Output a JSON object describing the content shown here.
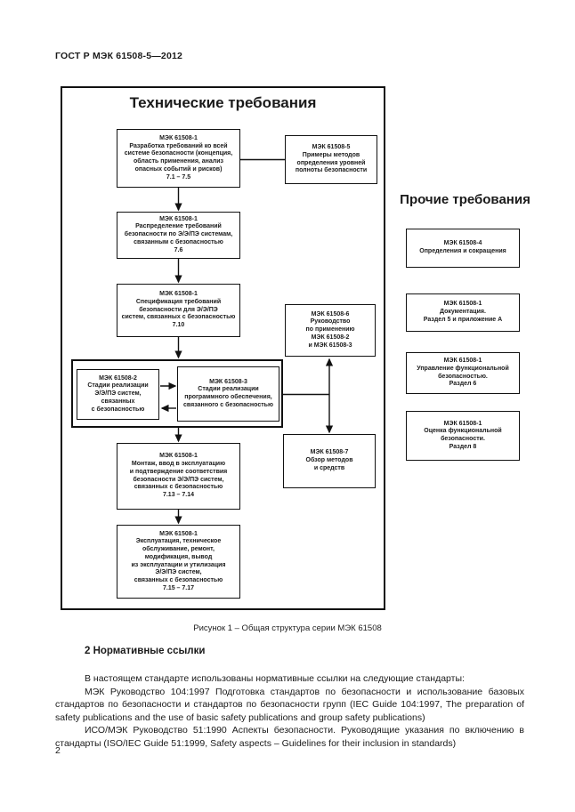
{
  "page": {
    "header": "ГОСТ Р МЭК 61508-5—2012",
    "page_number": "2"
  },
  "figure": {
    "frame_title": "Технические требования",
    "other_title": "Прочие требования",
    "caption": "Рисунок 1 – Общая структура серии МЭК 61508",
    "boxes": {
      "overall_requirements": "МЭК 61508-1\nРазработка требований ко всей\nсистеме безопасности (концепция,\nобласть применения, анализ\nопасных событий и рисков)\n7.1 – 7.5",
      "sil_methods": "МЭК 61508-5\nПримеры методов\nопределения уровней\nполноты безопасности",
      "allocation": "МЭК 61508-1\nРаспределение требований\nбезопасности по Э/Э/ПЭ системам,\nсвязанным с безопасностью\n7.6",
      "specification": "МЭК 61508-1\nСпецификация требований\nбезопасности для Э/Э/ПЭ\nсистем, связанных с безопасностью\n7.10",
      "realisation_ee": "МЭК 61508-2\nСтадии реализации\nЭ/Э/ПЭ систем,\nсвязанных\nс безопасностью",
      "realisation_sw": "МЭК 61508-3\nСтадии реализации\nпрограммного обеспечения,\nсвязанного с безопасностью",
      "guidance": "МЭК 61508-6\nРуководство\nпо применению\nМЭК 61508-2\nи МЭК 61508-3",
      "installation": "МЭК 61508-1\nМонтаж, ввод в эксплуатацию\nи подтверждение соответствия\nбезопасности Э/Э/ПЭ систем,\nсвязанных с безопасностью\n7.13 – 7.14",
      "techniques": "МЭК 61508-7\nОбзор методов\nи средств",
      "operation": "МЭК 61508-1\nЭксплуатация, техническое\nобслуживание, ремонт,\nмодификация, вывод\nиз эксплуатации и утилизация\nЭ/Э/ПЭ систем,\nсвязанных с безопасностью\n7.15 – 7.17",
      "definitions": "МЭК 61508-4\nОпределения и сокращения",
      "documentation": "МЭК 61508-1\nДокументация.\nРаздел 5 и приложение А",
      "management": "МЭК 61508-1\nУправление функциональной\nбезопасностью.\nРаздел 6",
      "assessment": "МЭК 61508-1\nОценка функциональной\nбезопасности.\nРаздел 8"
    }
  },
  "section": {
    "heading": "2 Нормативные ссылки",
    "paragraphs": [
      "В настоящем стандарте использованы нормативные ссылки на следующие стандарты:",
      "МЭК Руководство 104:1997 Подготовка стандартов по безопасности и использование базовых стандартов по безопасности и стандартов по безопасности групп (IEC Guide 104:1997, The preparation of safety publications and the use of basic safety publications and group safety publications)",
      "ИСО/МЭК Руководство 51:1990 Аспекты безопасности. Руководящие указания по включению в стандарты (ISO/IEC Guide 51:1999, Safety aspects – Guidelines for their inclusion in standards)"
    ]
  }
}
